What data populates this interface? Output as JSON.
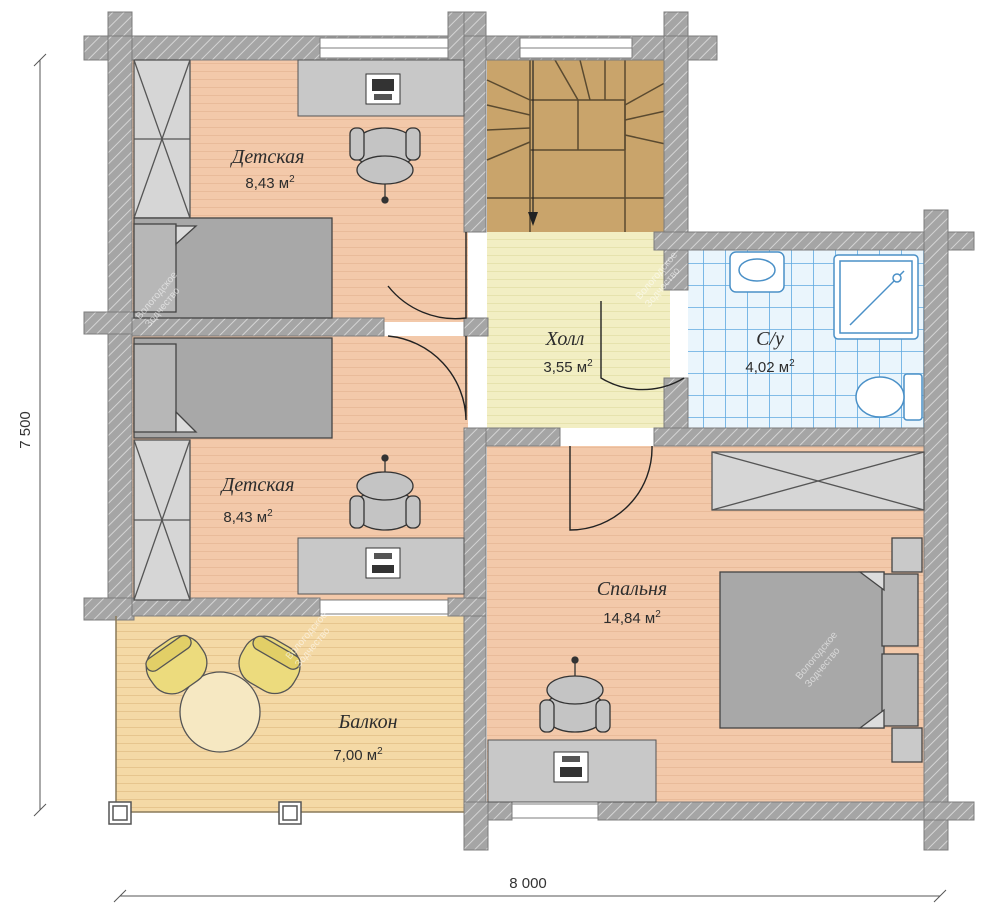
{
  "rooms": [
    {
      "name": "Детская",
      "area_value": "8,43 м",
      "area_sup": "2"
    },
    {
      "name": "Детская",
      "area_value": "8,43 м",
      "area_sup": "2"
    },
    {
      "name": "Холл",
      "area_value": "3,55 м",
      "area_sup": "2"
    },
    {
      "name": "С/у",
      "area_value": "4,02 м",
      "area_sup": "2"
    },
    {
      "name": "Спальня",
      "area_value": "14,84 м",
      "area_sup": "2"
    },
    {
      "name": "Балкон",
      "area_value": "7,00 м",
      "area_sup": "2"
    }
  ],
  "dimensions": {
    "width": "8 000",
    "height": "7 500"
  },
  "watermark": {
    "line1": "Вологодское",
    "line2": "Зодчество"
  },
  "colors": {
    "wall": "#9a9a9a",
    "child_room": "#f3c9aa",
    "hall": "#f2eec3",
    "stairs": "#c9a46b",
    "bathroom_tile": "#e8f4fb",
    "balcony": "#f4d9a6",
    "furniture": "#a9a9a9",
    "chair": "#ecdb7d"
  }
}
